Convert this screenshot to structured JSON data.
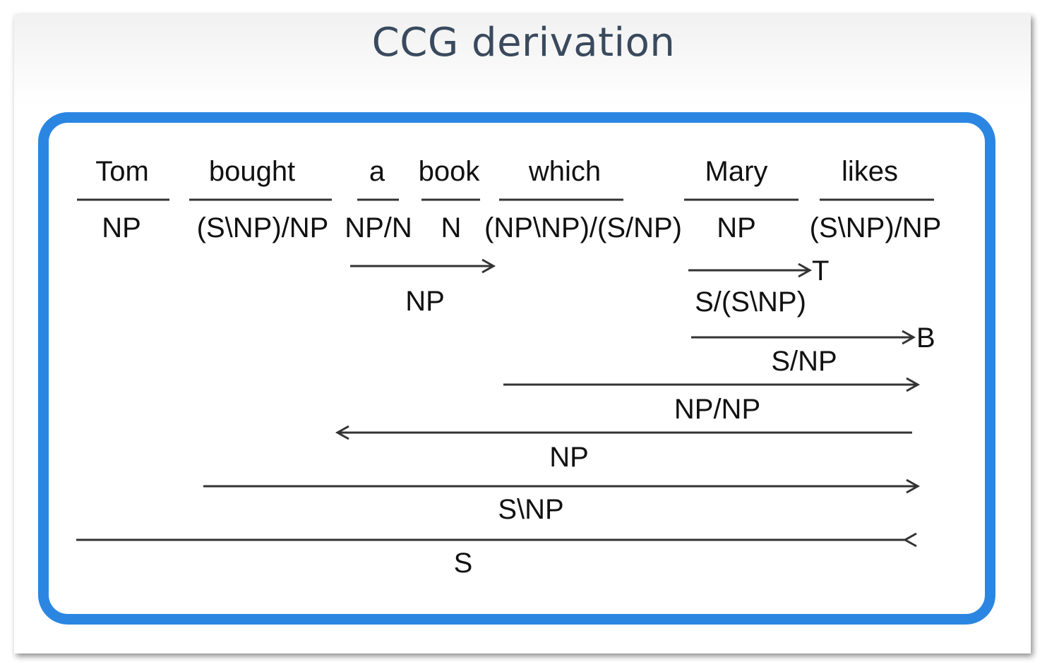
{
  "title": "CCG derivation",
  "colors": {
    "frame": "#2b86e2",
    "title": "#3a4a5e",
    "line": "#333333"
  },
  "words": [
    {
      "word": "Tom",
      "category": "NP"
    },
    {
      "word": "bought",
      "category": "(S\\NP)/NP"
    },
    {
      "word": "a",
      "category": "NP/N"
    },
    {
      "word": "book",
      "category": "N"
    },
    {
      "word": "which",
      "category": "(NP\\NP)/(S/NP)"
    },
    {
      "word": "Mary",
      "category": "NP"
    },
    {
      "word": "likes",
      "category": "(S\\NP)/NP"
    }
  ],
  "steps": [
    {
      "rule": ">",
      "result": "NP",
      "span": "a book"
    },
    {
      "rule": ">T",
      "result": "S/(S\\NP)",
      "span": "Mary"
    },
    {
      "rule": ">B",
      "result": "S/NP",
      "span": "Mary likes"
    },
    {
      "rule": ">",
      "result": "NP/NP",
      "span": "which Mary likes"
    },
    {
      "rule": "<",
      "result": "NP",
      "span": "a book which Mary likes"
    },
    {
      "rule": ">",
      "result": "S\\NP",
      "span": "bought a book which Mary likes"
    },
    {
      "rule": "<",
      "result": "S",
      "span": "Tom bought a book which Mary likes"
    }
  ]
}
